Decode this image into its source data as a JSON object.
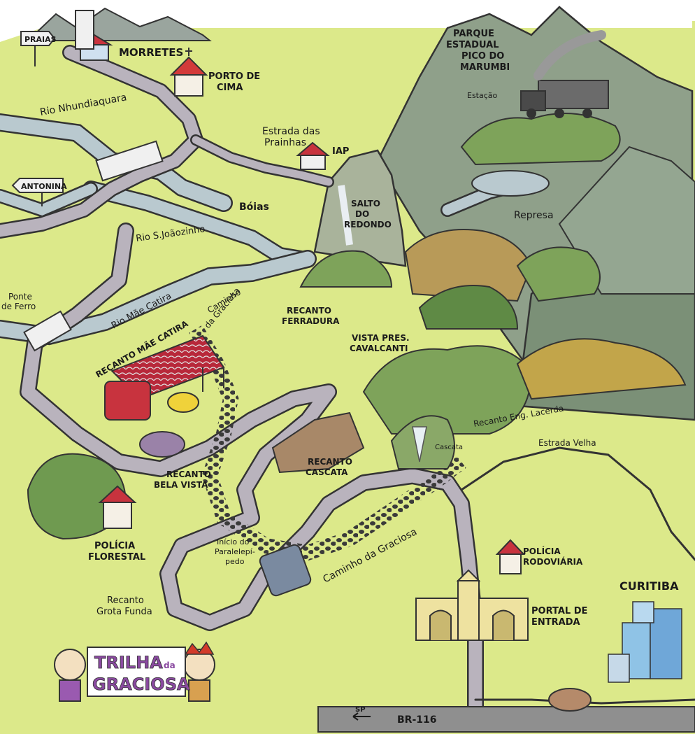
{
  "labels": {
    "praias": "PRAIAS",
    "morretes": "MORRETES",
    "porto_de_cima_1": "PORTO DE",
    "porto_de_cima_2": "CIMA",
    "rio_nhundiaquara": "Rio Nhundiaquara",
    "antonina": "ANTONINA",
    "estrada_das_prainhas_1": "Estrada das",
    "estrada_das_prainhas_2": "Prainhas",
    "iap": "IAP",
    "boias": "Bóias",
    "rio_sao_joaozinho": "Rio S.Joãozinho",
    "salto_1": "SALTO",
    "salto_2": "DO",
    "salto_3": "REDONDO",
    "parque_1": "PARQUE",
    "parque_2": "ESTADUAL",
    "parque_3": "PICO DO",
    "parque_4": "MARUMBI",
    "estacao": "Estação",
    "represa": "Represa",
    "ponte_1": "Ponte",
    "ponte_2": "de Ferro",
    "rio_mae_catira": "Rio Mãe Catira",
    "recanto_mae_catira": "RECANTO MÃE CATIRA",
    "caminho_graciosa_top_1": "Caminho",
    "caminho_graciosa_top_2": "da Graciosa",
    "recanto_ferradura_1": "RECANTO",
    "recanto_ferradura_2": "FERRADURA",
    "vista_1": "VISTA PRES.",
    "vista_2": "CAVALCANTI",
    "recanto_lacerda": "Recanto Eng. Lacerda",
    "cascata_small": "Cascata",
    "estrada_velha": "Estrada Velha",
    "recanto_cascata_1": "RECANTO",
    "recanto_cascata_2": "CASCATA",
    "recanto_bela_vista_1": "RECANTO",
    "recanto_bela_vista_2": "BELA VISTA",
    "policia_florestal_1": "POLÍCIA",
    "policia_florestal_2": "FLORESTAL",
    "inicio_1": "Início do",
    "inicio_2": "Paralelepí-",
    "inicio_3": "pedo",
    "caminho_graciosa_bottom": "Caminho da Graciosa",
    "policia_rodoviaria_1": "POLÍCIA",
    "policia_rodoviaria_2": "RODOVIÁRIA",
    "curitiba": "CURITIBA",
    "portal_1": "PORTAL DE",
    "portal_2": "ENTRADA",
    "recanto_grota_1": "Recanto",
    "recanto_grota_2": "Grota Funda",
    "sp": "SP",
    "br116": "BR-116"
  },
  "logo": {
    "line1": "TRILHA",
    "line1_small": "da",
    "line2": "GRACIOSA"
  },
  "colors": {
    "land": "#dce98a",
    "road": "#b9b3bd",
    "river": "#b9c9cf",
    "mountain": "#8fa08a",
    "forest": "#7ea35a",
    "forest_dark": "#5f8a45",
    "autumn": "#b89a58",
    "roof_red": "#c8333e",
    "logo_purple": "#8a4aa0"
  }
}
